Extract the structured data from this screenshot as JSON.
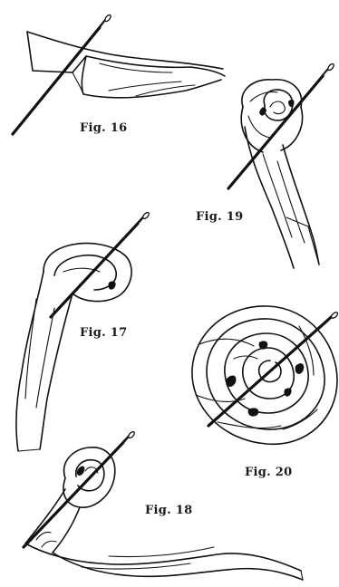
{
  "figures": [
    {
      "id": "fig16",
      "caption": "Fig. 16"
    },
    {
      "id": "fig17",
      "caption": "Fig. 17"
    },
    {
      "id": "fig18",
      "caption": "Fig. 18"
    },
    {
      "id": "fig19",
      "caption": "Fig. 19"
    },
    {
      "id": "fig20",
      "caption": "Fig. 20"
    }
  ],
  "icons": {
    "needle": "needle-icon",
    "ribbon": "ribbon-icon",
    "rose": "ribbon-rose-icon"
  },
  "colors": {
    "ink": "#111111",
    "paper": "#ffffff"
  }
}
